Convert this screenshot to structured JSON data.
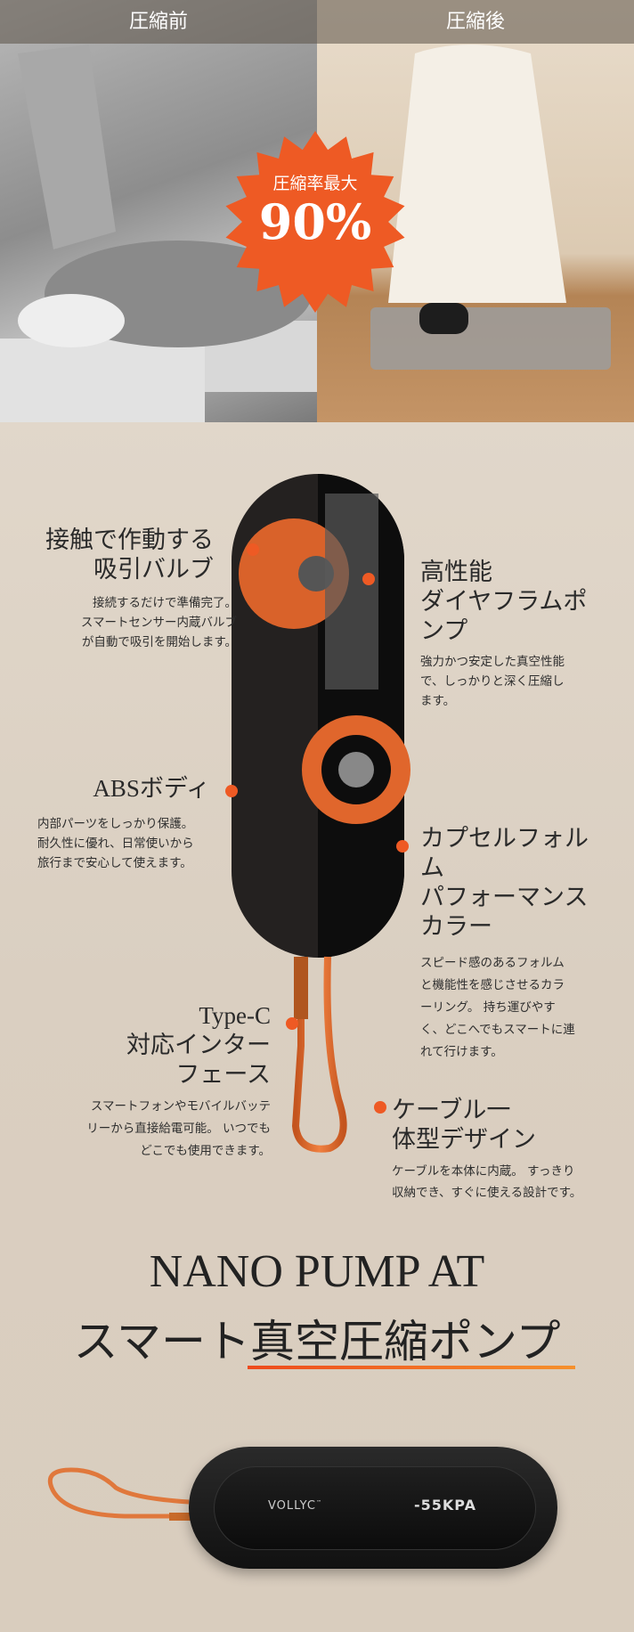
{
  "comparison": {
    "before_label": "圧縮前",
    "after_label": "圧縮後",
    "badge_caption": "圧縮率最大",
    "badge_value": "90%"
  },
  "features": [
    {
      "title": [
        "接触で作動する",
        "吸引バルブ"
      ],
      "body": [
        "接続するだけで準備完了。",
        "スマートセンサー内蔵バルブ",
        "が自動で吸引を開始します。"
      ]
    },
    {
      "title": [
        "高性能",
        "ダイヤフラムポ",
        "ンプ"
      ],
      "body": [
        "強力かつ安定した真空性能",
        "で、しっかりと深く圧縮し",
        "ます。"
      ]
    },
    {
      "title": [
        "ABSボディ"
      ],
      "body": [
        "内部パーツをしっかり保護。",
        "耐久性に優れ、日常使いから",
        "旅行まで安心して使えます。"
      ]
    },
    {
      "title": [
        "カプセルフォル",
        "ム",
        "パフォーマンス",
        "カラー"
      ],
      "body": [
        "スピード感のあるフォルム",
        "と機能性を感じさせるカラ",
        "ーリング。 持ち運びやす",
        "く、どこへでもスマートに連",
        "れて行けます。"
      ]
    },
    {
      "title": [
        "Type-C",
        "対応インター",
        "フェース"
      ],
      "body": [
        "スマートフォンやモバイルバッテ",
        "リーから直接給電可能。 いつでも",
        "どこでも使用できます。"
      ]
    },
    {
      "title": [
        "ケーブル一",
        "体型デザイン"
      ],
      "body": [
        "ケーブルを本体に内蔵。 すっきり",
        "収納でき、すぐに使える設計です。"
      ]
    }
  ],
  "product": {
    "name": "NANO PUMP AT",
    "subtitle": "スマート真空圧縮ポンプ",
    "brand": "VOLLYC",
    "brand_tm": "™",
    "pressure": "-55KPA"
  },
  "colors": {
    "accent": "#ee5a24",
    "device": "#1b1b1b"
  }
}
